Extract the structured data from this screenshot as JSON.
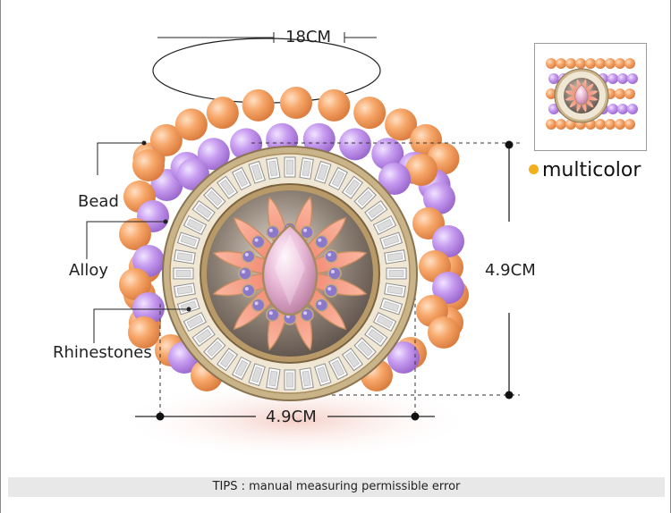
{
  "measurements": {
    "circumference": "18CM",
    "height": "4.9CM",
    "width": "4.9CM"
  },
  "callouts": {
    "bead": "Bead",
    "alloy": "Alloy",
    "rhinestones": "Rhinestones"
  },
  "color_option": {
    "label": "multicolor",
    "dot_color": "#f2b01c"
  },
  "tips": "TIPS : manual measuring permissible error",
  "colors": {
    "orange_bead": "#f7a76a",
    "purple_bead": "#c79cf0",
    "rhinestone_petal": "#f58e78",
    "alloy_gold": "#b89a68"
  }
}
